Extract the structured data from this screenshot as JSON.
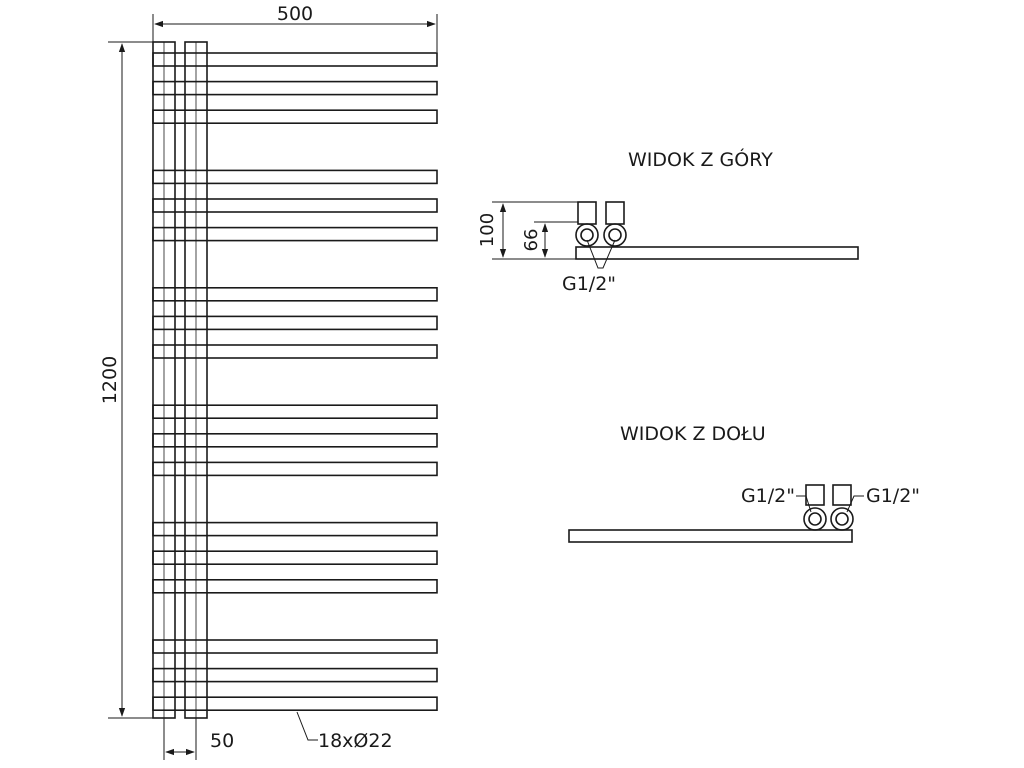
{
  "front_view": {
    "dim_width": "500",
    "dim_height": "1200",
    "dim_spacing": "50",
    "tube_spec": "18xØ22",
    "bar_count": 18
  },
  "top_view": {
    "title": "WIDOK Z GÓRY",
    "dim_depth_total": "100",
    "dim_depth_axis": "66",
    "connection_label": "G1/2\""
  },
  "bottom_view": {
    "title": "WIDOK Z DOŁU",
    "connection_left": "G1/2\"",
    "connection_right": "G1/2\""
  },
  "colors": {
    "line": "#1a1a1a",
    "background": "#ffffff"
  }
}
